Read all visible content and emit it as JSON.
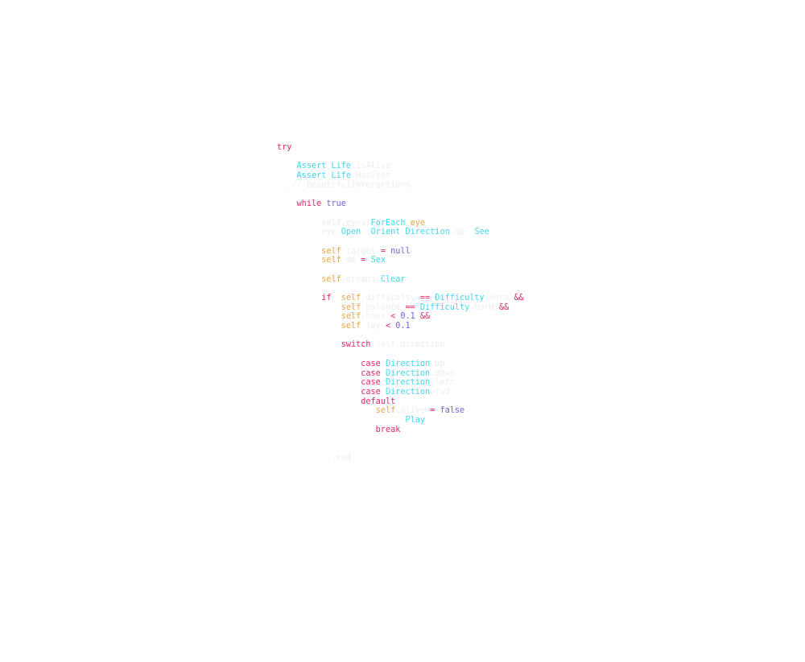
{
  "colors": {
    "keyword": "#e5246b",
    "type": "#3fd9ec",
    "self": "#e9a43d",
    "literal": "#6f5fdd",
    "operator": "#e5246b",
    "faint": "#ececf3"
  },
  "code": {
    "lines": [
      [
        {
          "t": "try",
          "c": "keyword"
        }
      ],
      [],
      [
        {
          "t": "    "
        },
        {
          "t": "Assert",
          "c": "type"
        },
        {
          "t": " "
        },
        {
          "t": "Life",
          "c": "type"
        },
        {
          "t": ".IsAlive",
          "c": "faint"
        }
      ],
      [
        {
          "t": "    "
        },
        {
          "t": "Assert",
          "c": "type"
        },
        {
          "t": " "
        },
        {
          "t": "Life",
          "c": "type"
        },
        {
          "t": ".HasEyes",
          "c": "faint"
        }
      ],
      [
        {
          "t": "...// BeautifulInteractions",
          "c": "faint"
        }
      ],
      [],
      [
        {
          "t": "    "
        },
        {
          "t": "while",
          "c": "keyword"
        },
        {
          "t": " "
        },
        {
          "t": "true",
          "c": "literal"
        }
      ],
      [],
      [
        {
          "t": "         "
        },
        {
          "t": "self.eyes.",
          "c": "faint"
        },
        {
          "t": "ForEach",
          "c": "type"
        },
        {
          "t": " "
        },
        {
          "t": "eye",
          "c": "self"
        }
      ],
      [
        {
          "t": "         "
        },
        {
          "t": "eye.",
          "c": "faint"
        },
        {
          "t": "Open",
          "c": "type"
        },
        {
          "t": "  "
        },
        {
          "t": "Orient",
          "c": "type"
        },
        {
          "t": " "
        },
        {
          "t": "Direction",
          "c": "type"
        },
        {
          "t": ".up  ",
          "c": "faint"
        },
        {
          "t": "See",
          "c": "type"
        }
      ],
      [],
      [
        {
          "t": "         "
        },
        {
          "t": "self",
          "c": "self"
        },
        {
          "t": ".target ",
          "c": "faint"
        },
        {
          "t": "= ",
          "c": "operator"
        },
        {
          "t": "null",
          "c": "literal"
        }
      ],
      [
        {
          "t": "         "
        },
        {
          "t": "self",
          "c": "self"
        },
        {
          "t": ".me ",
          "c": "faint"
        },
        {
          "t": "= ",
          "c": "operator"
        },
        {
          "t": "Sex",
          "c": "type"
        }
      ],
      [],
      [
        {
          "t": "         "
        },
        {
          "t": "self",
          "c": "self"
        },
        {
          "t": ".dreams.",
          "c": "faint"
        },
        {
          "t": "Clear",
          "c": "type"
        }
      ],
      [],
      [
        {
          "t": "         "
        },
        {
          "t": "if",
          "c": "keyword"
        },
        {
          "t": "  "
        },
        {
          "t": "self",
          "c": "self"
        },
        {
          "t": ".difficulty ",
          "c": "faint"
        },
        {
          "t": "== ",
          "c": "operator"
        },
        {
          "t": "Difficulty",
          "c": "type"
        },
        {
          "t": ".Hard ",
          "c": "faint"
        },
        {
          "t": "&&",
          "c": "operator"
        }
      ],
      [
        {
          "t": "             "
        },
        {
          "t": "self",
          "c": "self"
        },
        {
          "t": ".balance ",
          "c": "faint"
        },
        {
          "t": "== ",
          "c": "operator"
        },
        {
          "t": "Difficulty",
          "c": "type"
        },
        {
          "t": ".Hard ",
          "c": "faint"
        },
        {
          "t": "&&",
          "c": "operator"
        }
      ],
      [
        {
          "t": "             "
        },
        {
          "t": "self",
          "c": "self"
        },
        {
          "t": ".hope ",
          "c": "faint"
        },
        {
          "t": "< ",
          "c": "operator"
        },
        {
          "t": "0.1",
          "c": "literal"
        },
        {
          "t": " "
        },
        {
          "t": "&&",
          "c": "operator"
        }
      ],
      [
        {
          "t": "             "
        },
        {
          "t": "self",
          "c": "self"
        },
        {
          "t": ".joy ",
          "c": "faint"
        },
        {
          "t": "< ",
          "c": "operator"
        },
        {
          "t": "0.1",
          "c": "literal"
        }
      ],
      [],
      [
        {
          "t": "             "
        },
        {
          "t": "switch",
          "c": "keyword"
        },
        {
          "t": " self.direction",
          "c": "faint"
        }
      ],
      [],
      [
        {
          "t": "                 "
        },
        {
          "t": "case",
          "c": "keyword"
        },
        {
          "t": " "
        },
        {
          "t": "Direction",
          "c": "type"
        },
        {
          "t": ".up",
          "c": "faint"
        }
      ],
      [
        {
          "t": "                 "
        },
        {
          "t": "case",
          "c": "keyword"
        },
        {
          "t": " "
        },
        {
          "t": "Direction",
          "c": "type"
        },
        {
          "t": ".down",
          "c": "faint"
        }
      ],
      [
        {
          "t": "                 "
        },
        {
          "t": "case",
          "c": "keyword"
        },
        {
          "t": " "
        },
        {
          "t": "Direction",
          "c": "type"
        },
        {
          "t": ".left",
          "c": "faint"
        }
      ],
      [
        {
          "t": "                 "
        },
        {
          "t": "case",
          "c": "keyword"
        },
        {
          "t": " "
        },
        {
          "t": "Direction",
          "c": "type"
        },
        {
          "t": ".fwd",
          "c": "faint"
        }
      ],
      [
        {
          "t": "                 "
        },
        {
          "t": "default",
          "c": "keyword"
        }
      ],
      [
        {
          "t": "                    "
        },
        {
          "t": "self",
          "c": "self"
        },
        {
          "t": ".alive ",
          "c": "faint"
        },
        {
          "t": "= ",
          "c": "operator"
        },
        {
          "t": "false",
          "c": "literal"
        }
      ],
      [
        {
          "t": "                          "
        },
        {
          "t": "Play",
          "c": "type"
        }
      ],
      [
        {
          "t": "                    "
        },
        {
          "t": "break",
          "c": "keyword"
        }
      ],
      [],
      [],
      [
        {
          "t": "         "
        },
        {
          "t": "...end",
          "c": "faint"
        }
      ]
    ]
  }
}
